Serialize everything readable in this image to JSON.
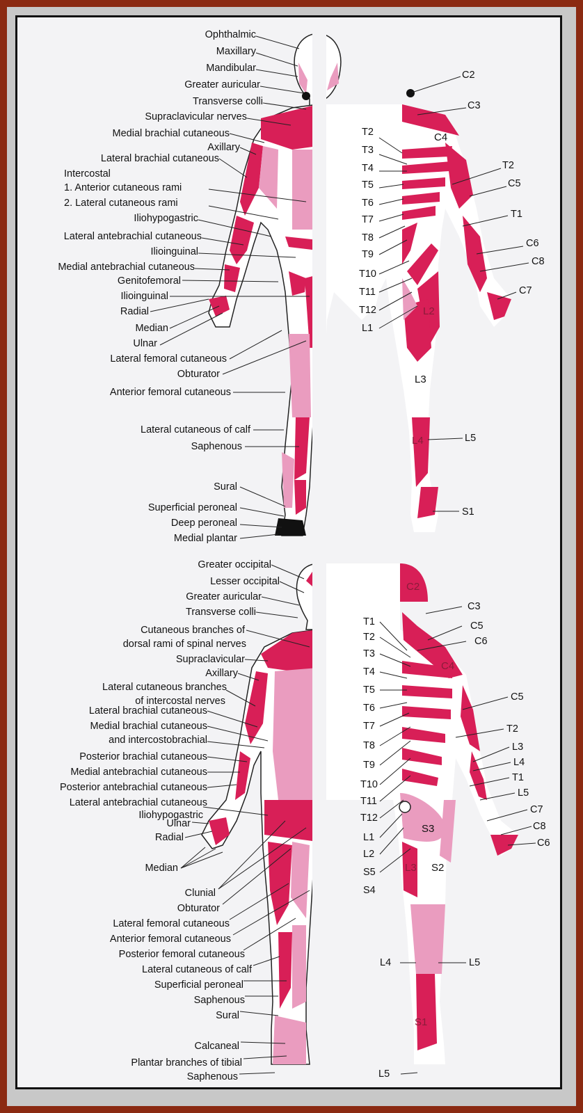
{
  "colors": {
    "magenta": "#d81f57",
    "pink": "#ea9cbf",
    "white": "#ffffff",
    "outline": "#222222",
    "frame": "#8b2a12"
  },
  "front": {
    "nerves": [
      "Ophthalmic",
      "Maxillary",
      "Mandibular",
      "Greater auricular",
      "Transverse colli",
      "Supraclavicular nerves",
      "Medial brachial cutaneous",
      "Axillary",
      "Lateral brachial cutaneous",
      "Intercostal",
      "1. Anterior cutaneous rami",
      "2. Lateral cutaneous rami",
      "Iliohypogastric",
      "Lateral antebrachial cutaneous",
      "Ilioinguinal",
      "Medial antebrachial cutaneous",
      "Genitofemoral",
      "Ilioinguinal",
      "Radial",
      "Median",
      "Ulnar",
      "Lateral femoral cutaneous",
      "Obturator",
      "Anterior femoral cutaneous",
      "Lateral cutaneous of calf",
      "Saphenous",
      "Sural",
      "Superficial peroneal",
      "Deep peroneal",
      "Medial plantar"
    ],
    "dermatomes": [
      "C2",
      "C3",
      "T2",
      "C4",
      "T3",
      "T2",
      "T4",
      "C5",
      "T5",
      "T6",
      "T1",
      "T7",
      "T8",
      "C6",
      "T9",
      "C8",
      "T10",
      "C7",
      "T11",
      "T12",
      "L2",
      "L1",
      "L3",
      "L4",
      "L5",
      "S1"
    ]
  },
  "back": {
    "nerves": [
      "Greater occipital",
      "Lesser occipital",
      "Greater auricular",
      "Transverse colli",
      "Cutaneous branches of",
      "dorsal rami of spinal nerves",
      "Supraclavicular",
      "Axillary",
      "Lateral cutaneous branches",
      "of intercostal nerves",
      "Lateral brachial cutaneous",
      "Medial brachial cutaneous",
      "and intercostobrachial",
      "Posterior brachial cutaneous",
      "Medial antebrachial cutaneous",
      "Posterior antebrachial cutaneous",
      "Lateral antebrachial cutaneous",
      "Iliohypogastric",
      "Ulnar",
      "Radial",
      "Median",
      "Clunial",
      "Obturator",
      "Lateral femoral cutaneous",
      "Anterior femoral cutaneous",
      "Posterior femoral cutaneous",
      "Lateral cutaneous of calf",
      "Superficial peroneal",
      "Saphenous",
      "Sural",
      "Calcaneal",
      "Plantar branches of tibial",
      "Saphenous"
    ],
    "dermatomes": [
      "C2",
      "C3",
      "T1",
      "C5",
      "T2",
      "C6",
      "T3",
      "C4",
      "T4",
      "T5",
      "C5",
      "T6",
      "T2",
      "T7",
      "L3",
      "T8",
      "L4",
      "T9",
      "T1",
      "T10",
      "L5",
      "T11",
      "C7",
      "T12",
      "C8",
      "L1",
      "S3",
      "C6",
      "L2",
      "S5",
      "S4",
      "L3",
      "S2",
      "L4",
      "L5",
      "S1",
      "L5"
    ]
  }
}
